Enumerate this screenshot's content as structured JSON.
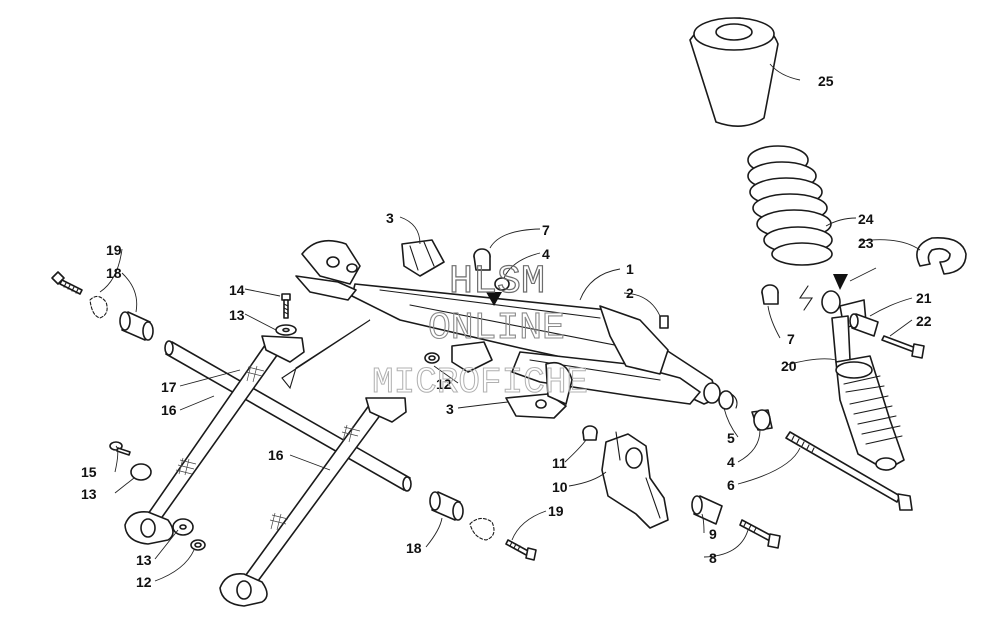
{
  "watermark": {
    "line1": "HLSM",
    "line2": "ONLINE",
    "line3": "MICROFICHE"
  },
  "callouts": [
    {
      "id": "c1",
      "label": "1"
    },
    {
      "id": "c2",
      "label": "2"
    },
    {
      "id": "c3a",
      "label": "3"
    },
    {
      "id": "c3b",
      "label": "3"
    },
    {
      "id": "c4a",
      "label": "4"
    },
    {
      "id": "c4b",
      "label": "4"
    },
    {
      "id": "c5",
      "label": "5"
    },
    {
      "id": "c6",
      "label": "6"
    },
    {
      "id": "c7a",
      "label": "7"
    },
    {
      "id": "c7b",
      "label": "7"
    },
    {
      "id": "c8",
      "label": "8"
    },
    {
      "id": "c9",
      "label": "9"
    },
    {
      "id": "c10",
      "label": "10"
    },
    {
      "id": "c11",
      "label": "11"
    },
    {
      "id": "c12a",
      "label": "12"
    },
    {
      "id": "c12b",
      "label": "12"
    },
    {
      "id": "c13a",
      "label": "13"
    },
    {
      "id": "c13b",
      "label": "13"
    },
    {
      "id": "c13c",
      "label": "13"
    },
    {
      "id": "c14",
      "label": "14"
    },
    {
      "id": "c15",
      "label": "15"
    },
    {
      "id": "c16a",
      "label": "16"
    },
    {
      "id": "c16b",
      "label": "16"
    },
    {
      "id": "c17",
      "label": "17"
    },
    {
      "id": "c18a",
      "label": "18"
    },
    {
      "id": "c18b",
      "label": "18"
    },
    {
      "id": "c19a",
      "label": "19"
    },
    {
      "id": "c19b",
      "label": "19"
    },
    {
      "id": "c20",
      "label": "20"
    },
    {
      "id": "c21",
      "label": "21"
    },
    {
      "id": "c22",
      "label": "22"
    },
    {
      "id": "c23",
      "label": "23"
    },
    {
      "id": "c24",
      "label": "24"
    },
    {
      "id": "c25",
      "label": "25"
    }
  ]
}
